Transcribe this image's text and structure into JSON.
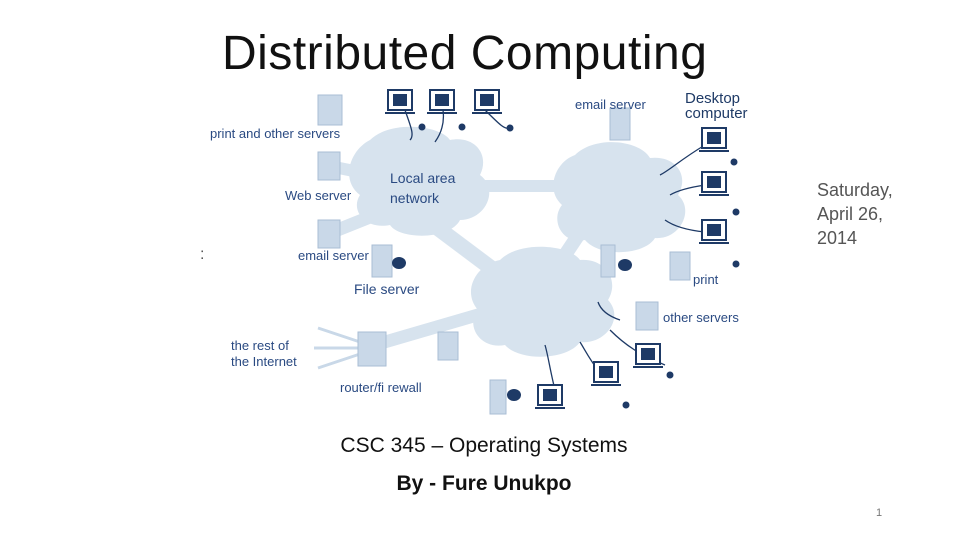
{
  "slide": {
    "title": "Distributed Computing",
    "date": "Saturday, April 26, 2014",
    "colon": ":",
    "course": "CSC 345 – Operating Systems",
    "author": "By - Fure Unukpo",
    "page_number": "1"
  },
  "diagram": {
    "labels": {
      "print_servers": "print and other servers",
      "web_server": "Web server",
      "email_server_left": "email server",
      "file_server": "File server",
      "rest_of_internet_1": "the rest of",
      "rest_of_internet_2": "the Internet",
      "router": "router/fi rewall",
      "lan_1": "Local area",
      "lan_2": "network",
      "email_server_top": "email server",
      "desktop_1": "Desktop",
      "desktop_2": "computer",
      "print": "print",
      "other_servers": "other servers"
    },
    "colors": {
      "cloud": "#d7e3ee",
      "line": "#1e3a66",
      "label": "#2a4a82",
      "server": "#c9d8e8"
    }
  }
}
